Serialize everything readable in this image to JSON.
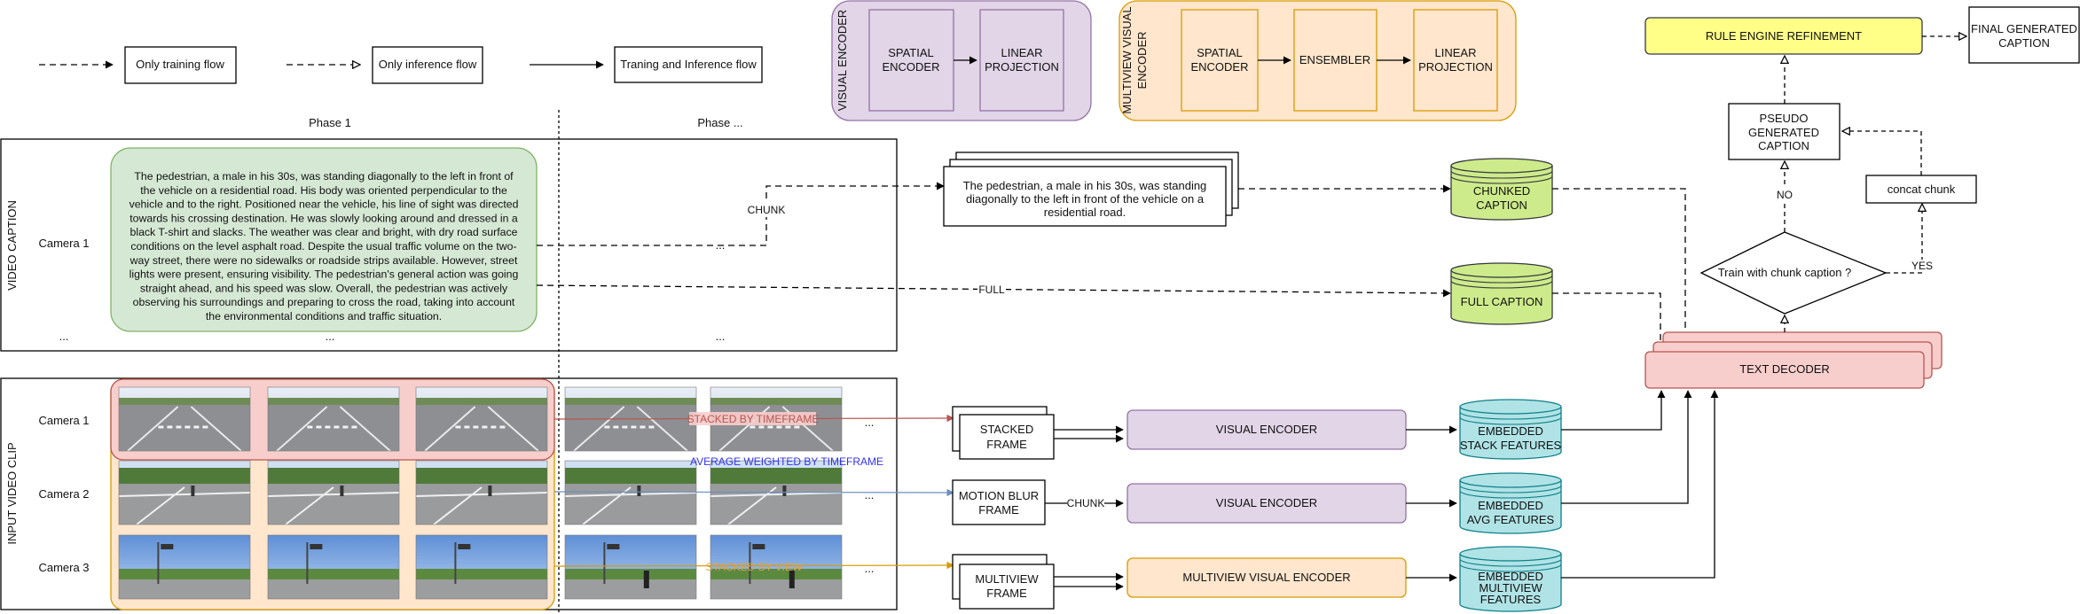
{
  "legend": {
    "training": "Only training flow",
    "inference": "Only inference flow",
    "both": "Traning and Inference flow"
  },
  "visual_encoder": {
    "title": "VISUAL ENCODER",
    "spatial": [
      "SPATIAL",
      "ENCODER"
    ],
    "linear": [
      "LINEAR",
      "PROJECTION"
    ]
  },
  "multiview_encoder": {
    "title": [
      "MULTIVIEW VISUAL",
      "ENCODER"
    ],
    "spatial": [
      "SPATIAL",
      "ENCODER"
    ],
    "ensembler": "ENSEMBLER",
    "linear": [
      "LINEAR",
      "PROJECTION"
    ]
  },
  "phases": {
    "phase1": "Phase 1",
    "phase_n": "Phase ..."
  },
  "video_caption": {
    "section_label": "VIDEO CAPTION",
    "camera": "Camera 1",
    "ellipsis": "...",
    "caption_lines": [
      "The pedestrian, a male in his 30s, was standing diagonally to the left in front of",
      "the vehicle on a residential road. His body was oriented perpendicular to the",
      "vehicle and to the right. Positioned near the vehicle, his line of sight was directed",
      "towards his crossing destination. He was slowly looking around and dressed in a",
      "black T-shirt and slacks. The weather was clear and bright, with dry road surface",
      "conditions on the level asphalt road. Despite the usual traffic volume on the two-",
      "way street, there were no sidewalks or roadside strips available. However, street",
      "lights were present, ensuring visibility. The pedestrian's general action was going",
      "straight ahead, and his speed was slow. Overall, the pedestrian was actively",
      "observing his surroundings and preparing to cross the road, taking into account",
      "the environmental conditions and traffic situation."
    ],
    "chunk_label": "CHUNK",
    "full_label": "FULL",
    "chunk_lines": [
      "The pedestrian, a male in his 30s, was standing",
      "diagonally to the left in front of the vehicle on a",
      "residential road."
    ]
  },
  "databases": {
    "chunked": [
      "CHUNKED",
      "CAPTION"
    ],
    "full": "FULL CAPTION",
    "stack": [
      "EMBEDDED",
      "STACK FEATURES"
    ],
    "avg": [
      "EMBEDDED",
      "AVG FEATURES"
    ],
    "multiview": [
      "EMBEDDED",
      "MULTIVIEW",
      "FEATURES"
    ]
  },
  "video_clip": {
    "section_label": "INPUT VIDEO CLIP",
    "cameras": [
      "Camera 1",
      "Camera 2",
      "Camera 3"
    ],
    "stacked_label": "STACKED BY TIMEFRAME",
    "avg_label": "AVERAGE WEIGHTED BY TIMEFRAME",
    "view_label": "STACKED BY VIEW",
    "ellipsis": "..."
  },
  "frames": {
    "stacked": [
      "STACKED",
      "FRAME"
    ],
    "motion": [
      "MOTION BLUR",
      "FRAME"
    ],
    "motion_chunk": "CHUNK",
    "multiview": [
      "MULTIVIEW",
      "FRAME"
    ]
  },
  "encoders": {
    "visual1": "VISUAL ENCODER",
    "visual2": "VISUAL ENCODER",
    "multiview": "MULTIVIEW VISUAL ENCODER"
  },
  "decision": {
    "rule_engine": "RULE ENGINE REFINEMENT",
    "final": [
      "FINAL GENERATED",
      "CAPTION"
    ],
    "pseudo": [
      "PSEUDO",
      "GENERATED",
      "CAPTION"
    ],
    "concat": "concat chunk",
    "question": "Train with chunk caption ?",
    "no": "NO",
    "yes": "YES",
    "decoder": "TEXT DECODER"
  },
  "colors": {
    "lavender": "#e1d5e7",
    "lavender_stroke": "#9673a6",
    "orange": "#ffe6cc",
    "orange_stroke": "#d79b00",
    "green": "#d5e8d4",
    "green_stroke": "#82b366",
    "lime": "#cdeb8b",
    "lime_stroke": "#36393d",
    "cyan": "#b0e3e6",
    "cyan_stroke": "#0e8088",
    "pink": "#f8cecc",
    "pink_stroke": "#b85450",
    "yellow": "#ffff88",
    "yellow_stroke": "#36393d",
    "stacked_arrow": "#b85450",
    "avg_arrow": "#6c8ebf",
    "view_arrow": "#d79b00"
  }
}
